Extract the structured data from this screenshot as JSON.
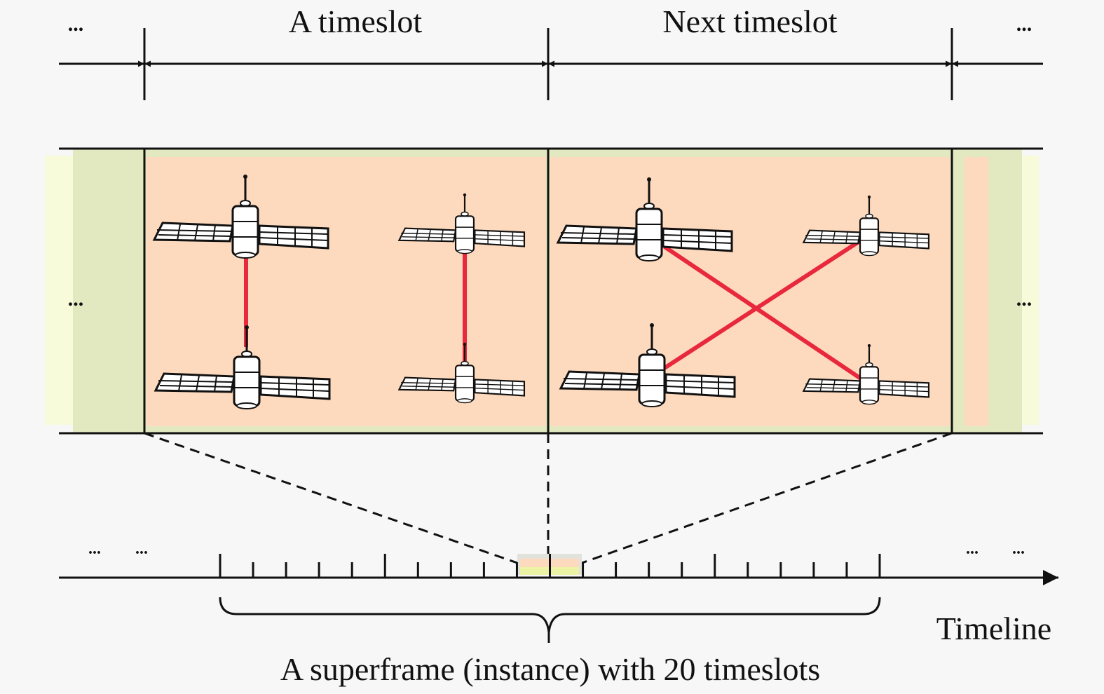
{
  "labels": {
    "slot_a": "A timeslot",
    "slot_next": "Next timeslot",
    "timeline": "Timeline",
    "superframe": "A superframe (instance) with 20 timeslots",
    "ellipsis": "..."
  },
  "superframe": {
    "timeslot_count": 20
  },
  "timeslots": [
    {
      "name": "A timeslot",
      "links": [
        [
          "top-left",
          "bottom-left"
        ],
        [
          "top-right",
          "bottom-right"
        ]
      ]
    },
    {
      "name": "Next timeslot",
      "links": [
        [
          "top-left",
          "bottom-right"
        ],
        [
          "top-right",
          "bottom-left"
        ]
      ]
    }
  ],
  "colors": {
    "background": "#f7f7f7",
    "slot_fill": "#fdd9bd",
    "side_green": "#e2e8c0",
    "side_yellow": "#f8fbd9",
    "link_red": "#e8283c",
    "ink": "#111111"
  }
}
